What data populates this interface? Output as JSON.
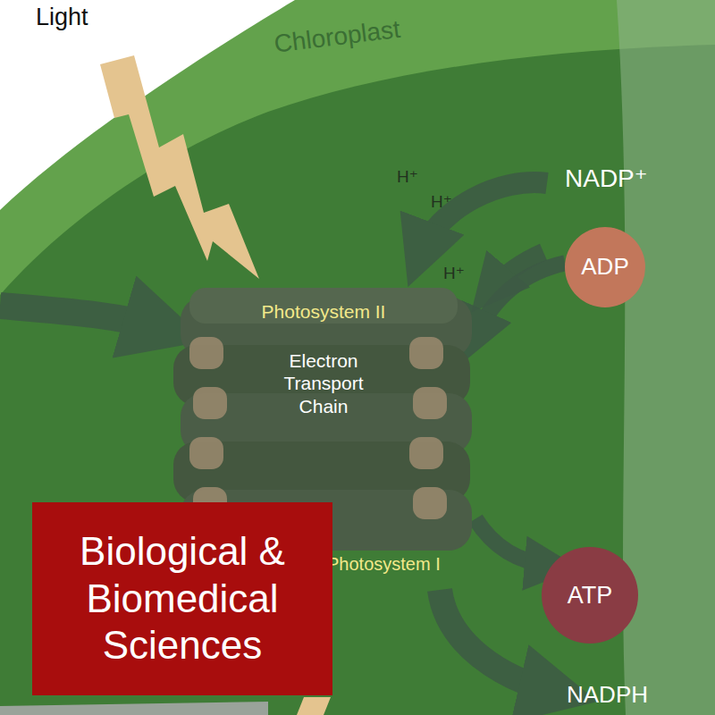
{
  "diagram": {
    "nodes": [
      {
        "text": [
          "ADP"
        ]
      },
      {
        "text": [
          "Photosystem II",
          "Electron Transport Chain"
        ]
      },
      {
        "text": [
          "ATP"
        ]
      },
      {
        "text": [
          "Biological & Biomedical Sciences"
        ]
      }
    ],
    "edges": [
      {
        "from": 0,
        "to": 1,
        "arrow": "to"
      },
      {
        "from": 1,
        "to": 2,
        "arrow": "to"
      }
    ],
    "labels": [
      "Chloroplast",
      "Light",
      "H⁺",
      "H⁺",
      "H⁺",
      "NADP⁺",
      "Photosystem I",
      "NADPH"
    ]
  }
}
